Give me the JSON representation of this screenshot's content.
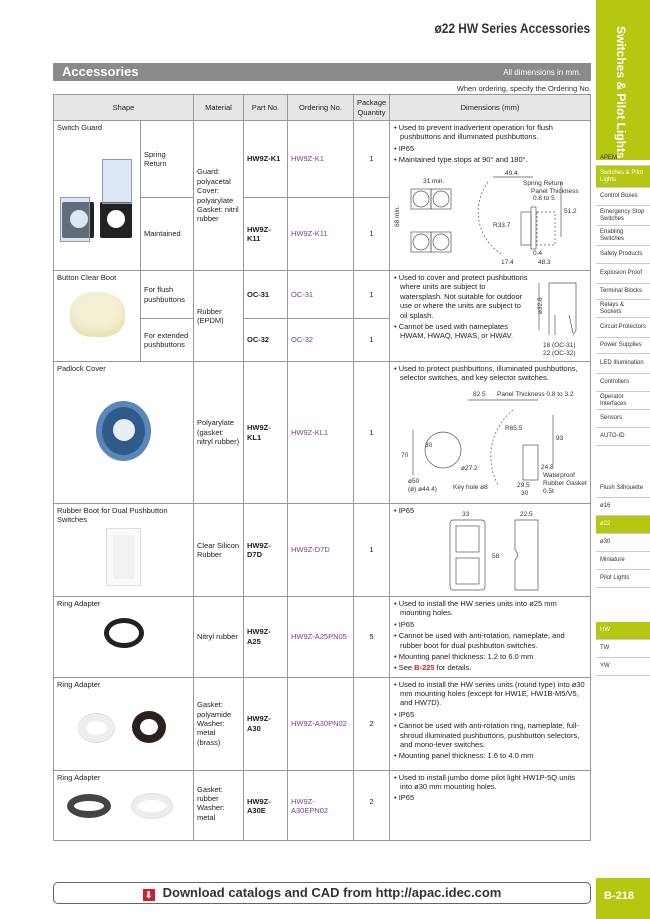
{
  "page_title": "ø22 HW Series Accessories",
  "side_tab": "Switches & Pilot Lights",
  "banner": {
    "title": "Accessories",
    "note": "All dimensions in mm."
  },
  "order_note": "When ordering, specify the Ordering No.",
  "headers": [
    "Shape",
    "Material",
    "Part No.",
    "Ordering No.",
    "Package Quantity",
    "Dimensions (mm)"
  ],
  "rows": {
    "guard": {
      "shape": "Switch Guard",
      "material": "Guard: polyacetal Cover: polyarylate Gasket: nitril rubber",
      "variants": [
        {
          "type": "Spring Return",
          "part": "HW9Z-K1",
          "order": "HW9Z-K1",
          "qty": "1"
        },
        {
          "type": "Maintained",
          "part": "HW9Z-K11",
          "order": "HW9Z-K11",
          "qty": "1"
        }
      ],
      "notes": [
        "Used to prevent inadvertent operation for flush pushbuttons and illuminated pushbuttons.",
        "IP65",
        "Maintained type stops at 90° and 180°."
      ],
      "dims": [
        "31 min.",
        "68 min.",
        "49.4",
        "Spring Return",
        "Panel Thickness",
        "0.8 to 5",
        "R33.7",
        "51.2",
        "0.4",
        "17.4",
        "48.3"
      ]
    },
    "boot": {
      "shape": "Button Clear Boot",
      "material": "Rubber (EPDM)",
      "variants": [
        {
          "type": "For flush pushbuttons",
          "part": "OC-31",
          "order": "OC-31",
          "qty": "1"
        },
        {
          "type": "For extended pushbuttons",
          "part": "OC-32",
          "order": "OC-32",
          "qty": "1"
        }
      ],
      "notes": [
        "Used to cover and protect pushbuttons where units are subject to watersplash. Not suitable for outdoor use or where the units are subject to oil splash.",
        "Cannot be used with nameplates HWAM, HWAQ, HWAS, or HWAV."
      ],
      "dims": [
        "ø32.6",
        "18 (OC-31)",
        "22 (OC-32)"
      ]
    },
    "padlock": {
      "shape": "Padlock Cover",
      "material": "Polyarylate (gasket: nitryl rubber)",
      "part": "HW9Z-KL1",
      "order": "HW9Z-KL1",
      "qty": "1",
      "notes": [
        "Used to protect pushbuttons, illuminated pushbuttons, selector switches, and key selector switches."
      ],
      "dims": [
        "82.5",
        "Panel Thickness 0.8 to 3.2",
        "R65.5",
        "93",
        "70",
        "30",
        "ø50",
        "(ø) ø44.4)",
        "ø27.2",
        "24.8",
        "Key hole ø8",
        "29.5",
        "30",
        "Waterproof",
        "Rubber Gasket",
        "0.5t"
      ]
    },
    "dual": {
      "shape": "Rubber Boot for Dual Pushbutton Switches",
      "material": "Clear Silicon Rubber",
      "part": "HW9Z-D7D",
      "order": "HW9Z-D7D",
      "qty": "1",
      "notes": [
        "IP65"
      ],
      "dims": [
        "33",
        "22.5",
        "58"
      ]
    },
    "a25": {
      "shape": "Ring Adapter",
      "material": "Nitryl rubber",
      "part": "HW9Z-A25",
      "order": "HW9Z-A25PN05",
      "qty": "5",
      "notes": [
        "Used to install the HW series units into ø25 mm mounting holes.",
        "IP65",
        "Cannot be used with anti-rotation, nameplate, and rubber boot for dual pushbutton switches.",
        "Mounting panel thickness: 1.2 to 6.0 mm"
      ],
      "see_pre": "See ",
      "see_link": "B-225",
      "see_post": " for details."
    },
    "a30": {
      "shape": "Ring Adapter",
      "material": "Gasket: polyamide Washer: metal (brass)",
      "part": "HW9Z-A30",
      "order": "HW9Z-A30PN02",
      "qty": "2",
      "notes": [
        "Used to install the HW series units (round type) into ø30 mm mounting holes (except for HW1E, HW1B-M5/V5, and HW7D).",
        "IP65",
        "Cannot be used with anti-rotation ring, nameplate, full-shroud illuminated pushbuttons, pushbutton selectors, and mono-lever switches.",
        "Mounting panel thickness: 1.6 to 4.0 mm"
      ]
    },
    "a30e": {
      "shape": "Ring Adapter",
      "material": "Gasket: rubber Washer: metal",
      "part": "HW9Z-A30E",
      "order": "HW9Z-A30EPN02",
      "qty": "2",
      "notes": [
        "Used to install jumbo dome pilot light HW1P-5Q units into ø30 mm mounting holes.",
        "IP65"
      ]
    }
  },
  "nav1": [
    "APEM",
    "Switches & Pilot Lights",
    "Control Boxes",
    "Emergency Stop Switches",
    "Enabling Switches",
    "Safety Products",
    "Explosion Proof",
    "Terminal Blocks",
    "Relays & Sockets",
    "Circuit Protectors",
    "Power Supplies",
    "LED Illumination",
    "Controllers",
    "Operator Interfaces",
    "Sensors",
    "AUTO-ID"
  ],
  "nav2": [
    "Flush Silhouette",
    "ø16",
    "ø22",
    "ø30",
    "Miniature",
    "Pilot Lights"
  ],
  "nav3": [
    "HW",
    "TW",
    "YW"
  ],
  "download": "Download catalogs and CAD from http://apac.idec.com",
  "page_number": "B-218",
  "accent_color": "#b6c711",
  "ordering_color": "#7a3c9a"
}
